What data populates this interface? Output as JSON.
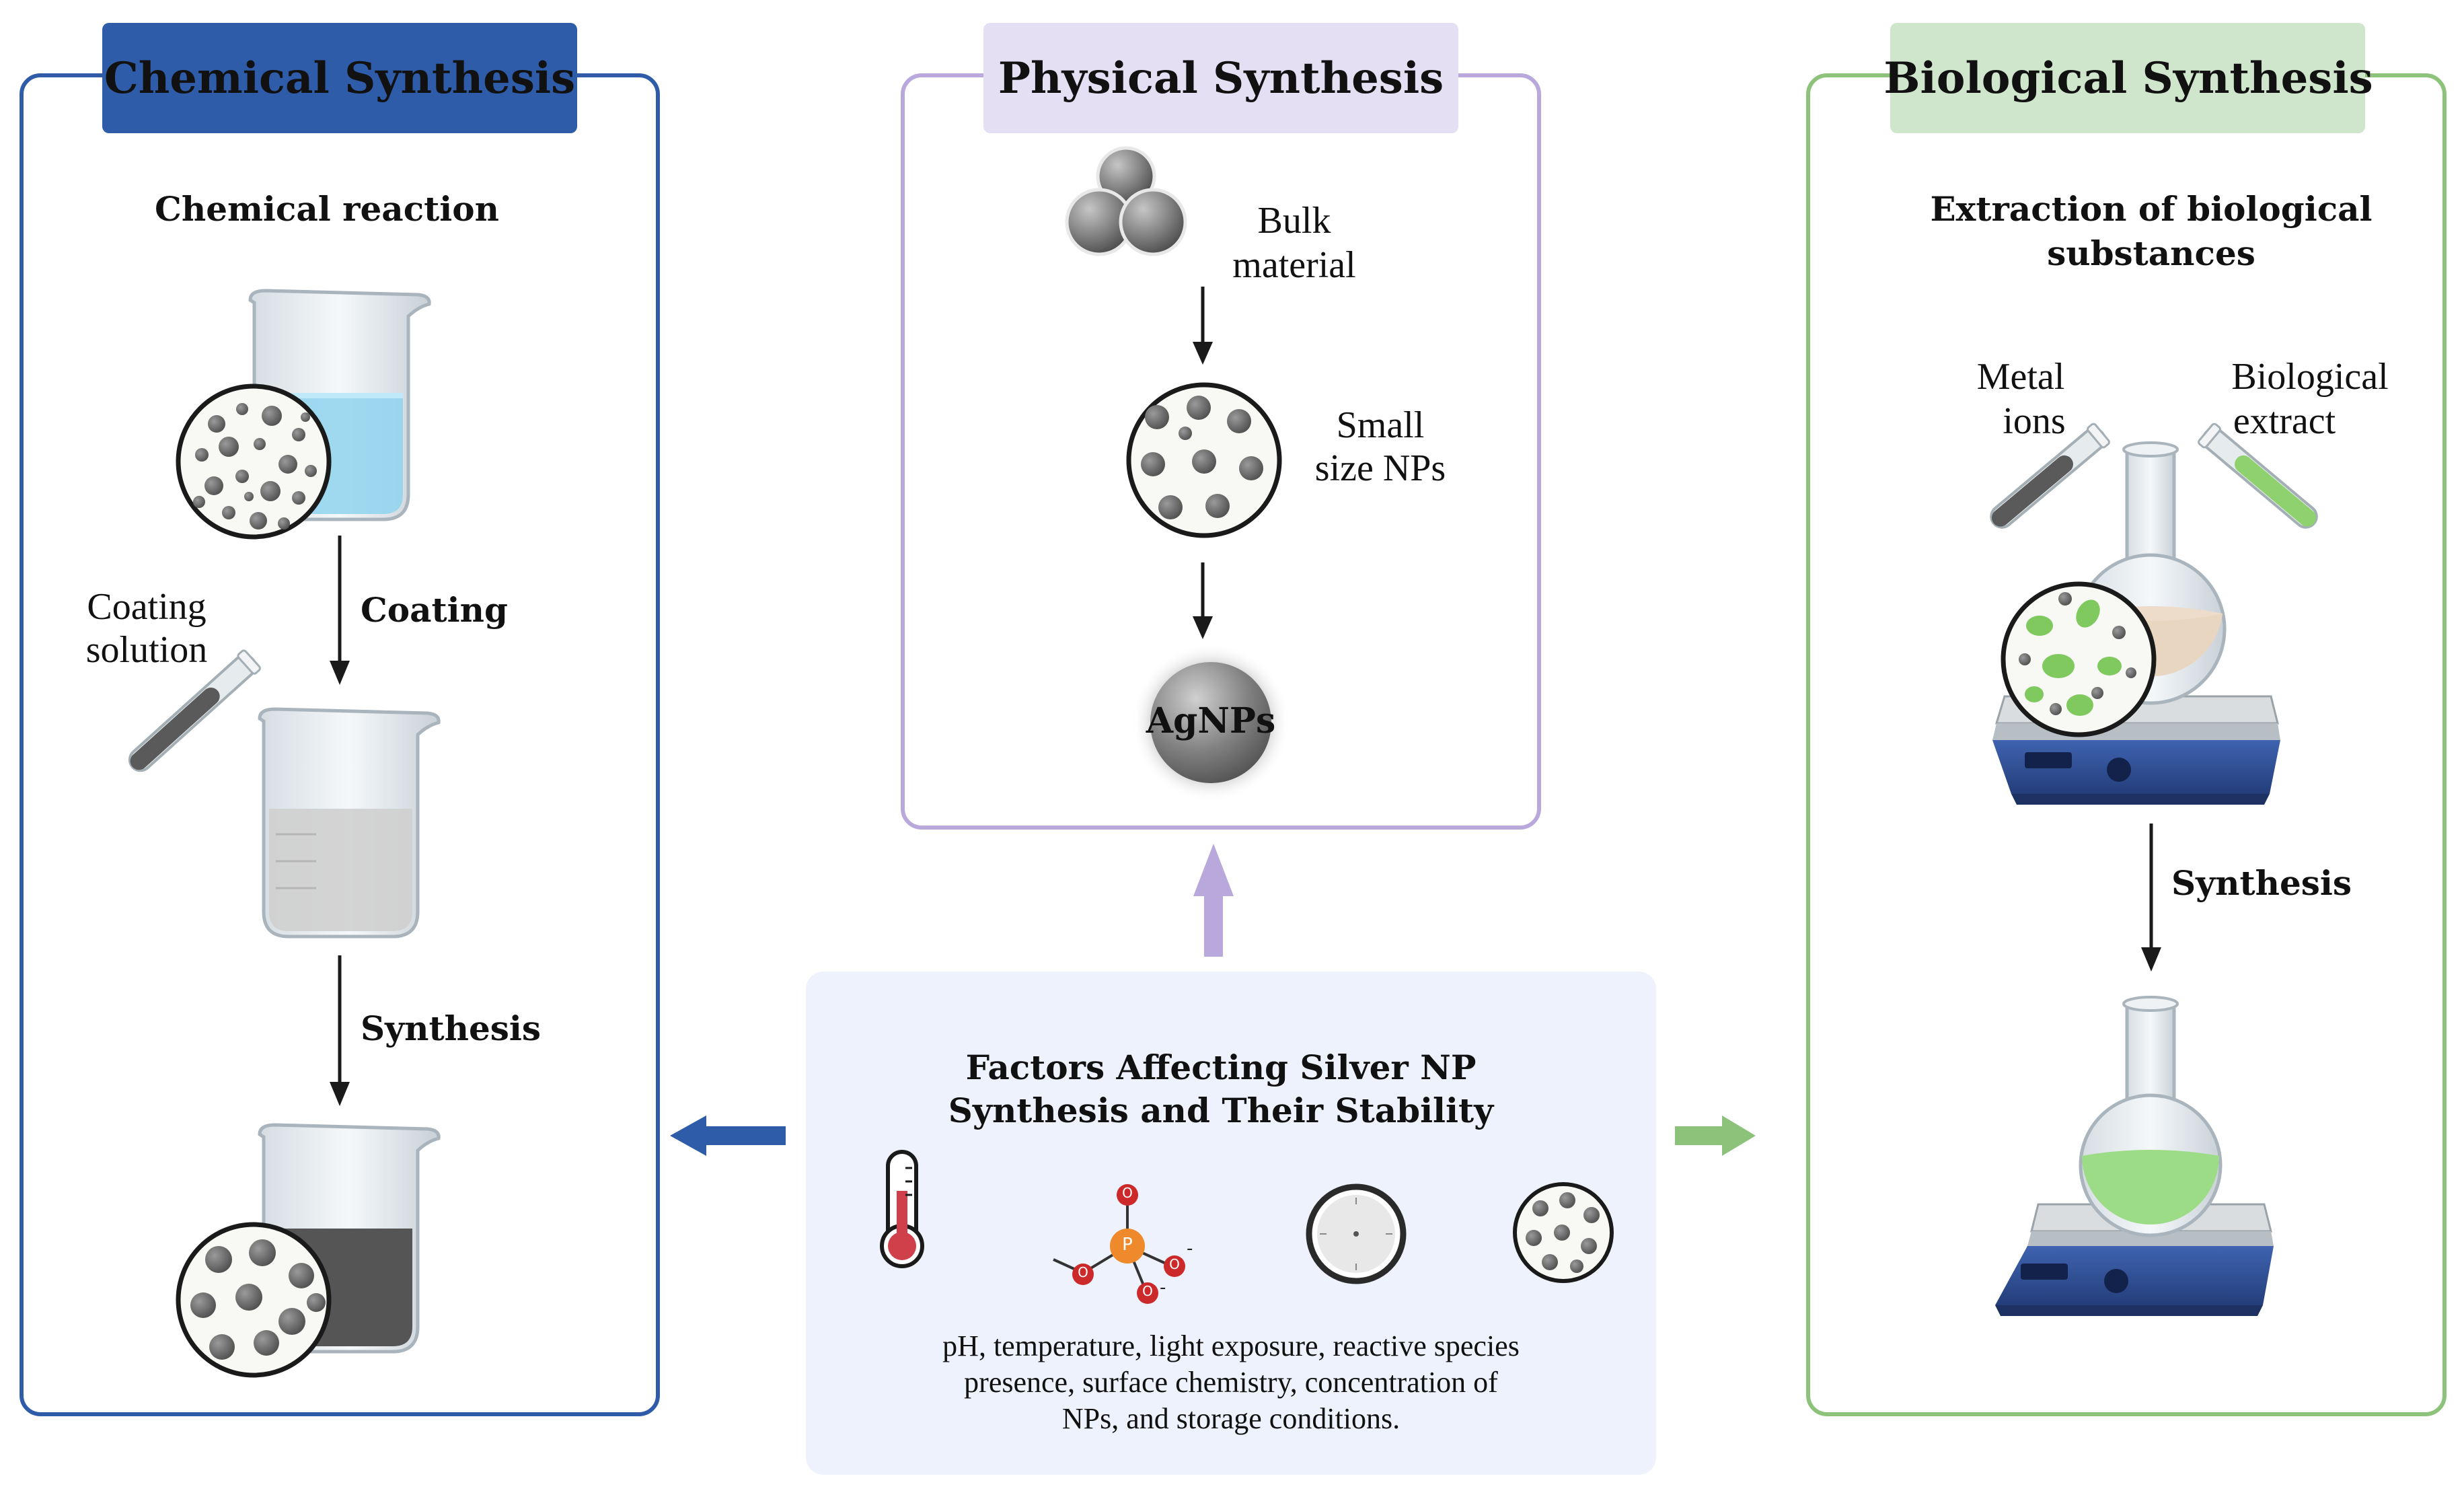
{
  "chemical": {
    "title": "Chemical Synthesis",
    "step_heading": "Chemical reaction",
    "coating_solution_line1": "Coating",
    "coating_solution_line2": "solution",
    "arrow_coating": "Coating",
    "arrow_synthesis": "Synthesis"
  },
  "physical": {
    "title": "Physical Synthesis",
    "bulk_line1": "Bulk",
    "bulk_line2": "material",
    "small_line1": "Small",
    "small_line2": "size NPs",
    "product_label": "AgNPs"
  },
  "biological": {
    "title": "Biological Synthesis",
    "step_heading_line1": "Extraction of biological",
    "step_heading_line2": "substances",
    "metal_line1": "Metal",
    "metal_line2": "ions",
    "extract_line1": "Biological",
    "extract_line2": "extract",
    "arrow_synthesis": "Synthesis"
  },
  "factors": {
    "title_line1": "Factors Affecting Silver NP",
    "title_line2": "Synthesis and Their Stability",
    "phosphate_center": "P",
    "oxygen_label": "O",
    "charge_label": "-",
    "desc_line1": "pH, temperature, light exposure, reactive species",
    "desc_line2": "presence, surface chemistry, concentration of",
    "desc_line3": "NPs, and storage conditions."
  },
  "colors": {
    "chemical_accent": "#2e5ca8",
    "physical_accent": "#b8a8dc",
    "physical_header": "#e5dff3",
    "biological_accent": "#8cc27a",
    "biological_header": "#cfe6cc",
    "factors_bg": "#edf2fc"
  },
  "icons": [
    "beaker-icon",
    "test-tube-icon",
    "nanoparticle-circle-icon",
    "sphere-cluster-icon",
    "round-flask-icon",
    "hot-plate-icon",
    "thermometer-icon",
    "phosphate-molecule-icon",
    "clock-icon"
  ]
}
